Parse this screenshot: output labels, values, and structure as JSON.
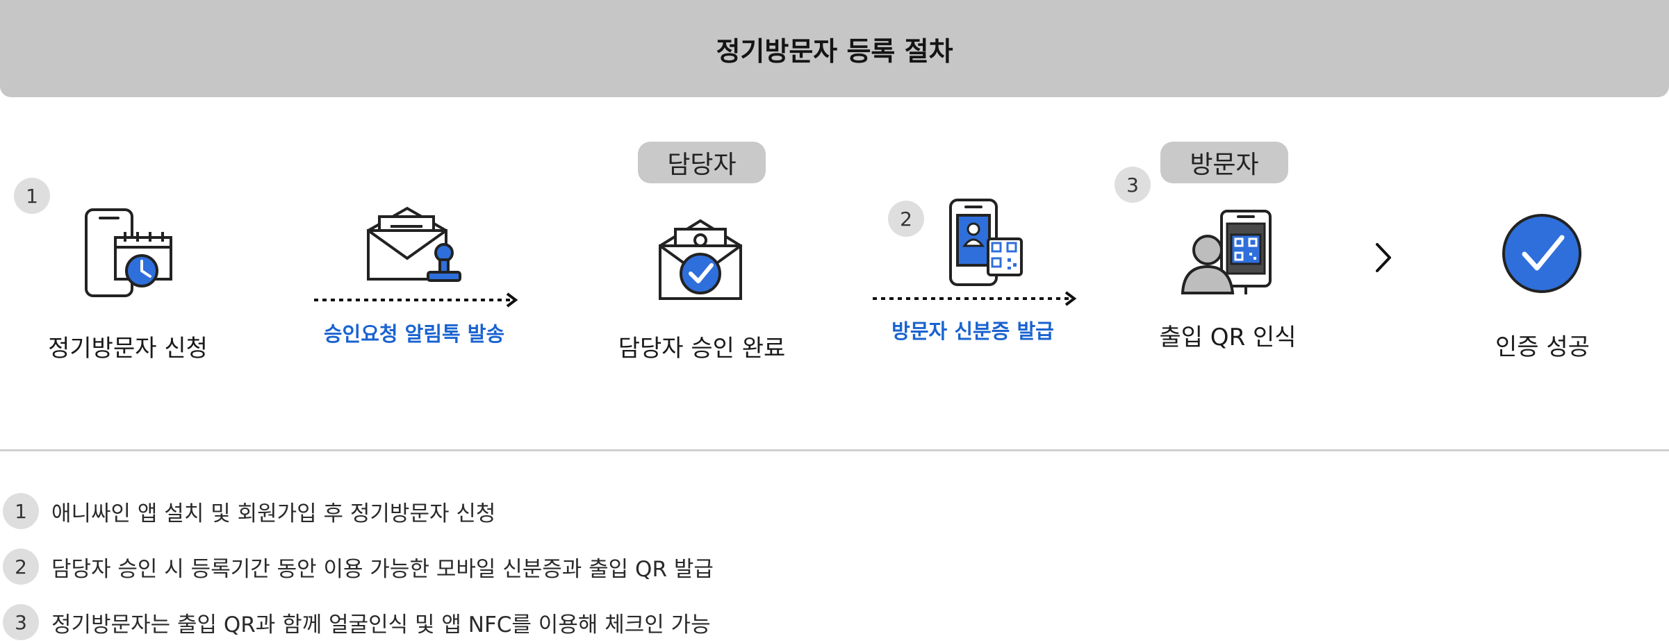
{
  "header": {
    "title": "정기방문자 등록 절차"
  },
  "roles": [
    {
      "label": "담당자"
    },
    {
      "label": "방문자"
    }
  ],
  "step_numbers": [
    "1",
    "2",
    "3"
  ],
  "steps": [
    {
      "label": "정기방문자 신청",
      "icon": "phone-calendar-icon"
    },
    {
      "label": "담당자 승인 완료",
      "icon": "envelope-approval-icon"
    },
    {
      "label": "출입 QR 인식",
      "icon": "person-qr-scan-icon"
    },
    {
      "label": "인증 성공",
      "icon": "check-circle-icon"
    }
  ],
  "transitions": [
    {
      "label": "승인요청 알림톡 발송",
      "icon": "envelope-stamp-icon"
    },
    {
      "label": "방문자 신분증 발급",
      "icon": "mobile-id-qr-icon"
    }
  ],
  "notes": [
    {
      "num": "1",
      "text": "애니싸인 앱 설치 및 회원가입 후 정기방문자 신청"
    },
    {
      "num": "2",
      "text": "담당자 승인 시 등록기간 동안 이용 가능한 모바일 신분증과 출입 QR 발급"
    },
    {
      "num": "3",
      "text": "정기방문자는 출입 QR과 함께 얼굴인식 및 앱 NFC를 이용해 체크인 가능"
    }
  ],
  "colors": {
    "accent": "#2f6fdb",
    "label_blue": "#1a63d0",
    "header_bg": "#c6c6c6"
  }
}
